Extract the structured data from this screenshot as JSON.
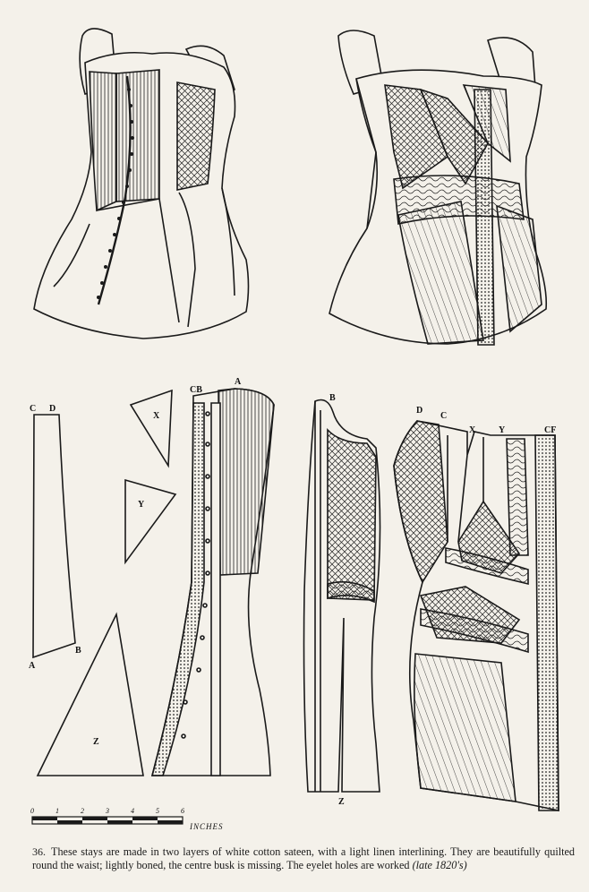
{
  "figure": {
    "number": "36.",
    "caption": "These stays are made in two layers of white cotton sateen, with a light linen interlining. They are beautifully quilted round the waist; lightly boned, the centre busk is missing. The eyelet holes are worked",
    "date": "(late 1820's)"
  },
  "pattern_labels": {
    "c": "C",
    "d": "D",
    "a": "A",
    "b": "B",
    "x": "X",
    "y": "Y",
    "z": "Z",
    "cb": "CB",
    "cf": "CF"
  },
  "scale": {
    "ticks": [
      "0",
      "1",
      "2",
      "3",
      "4",
      "5",
      "6"
    ],
    "unit": "INCHES"
  },
  "views": [
    "back-view-corset",
    "front-view-corset"
  ],
  "colors": {
    "paper": "#f4f1ea",
    "ink": "#1a1a1a"
  }
}
